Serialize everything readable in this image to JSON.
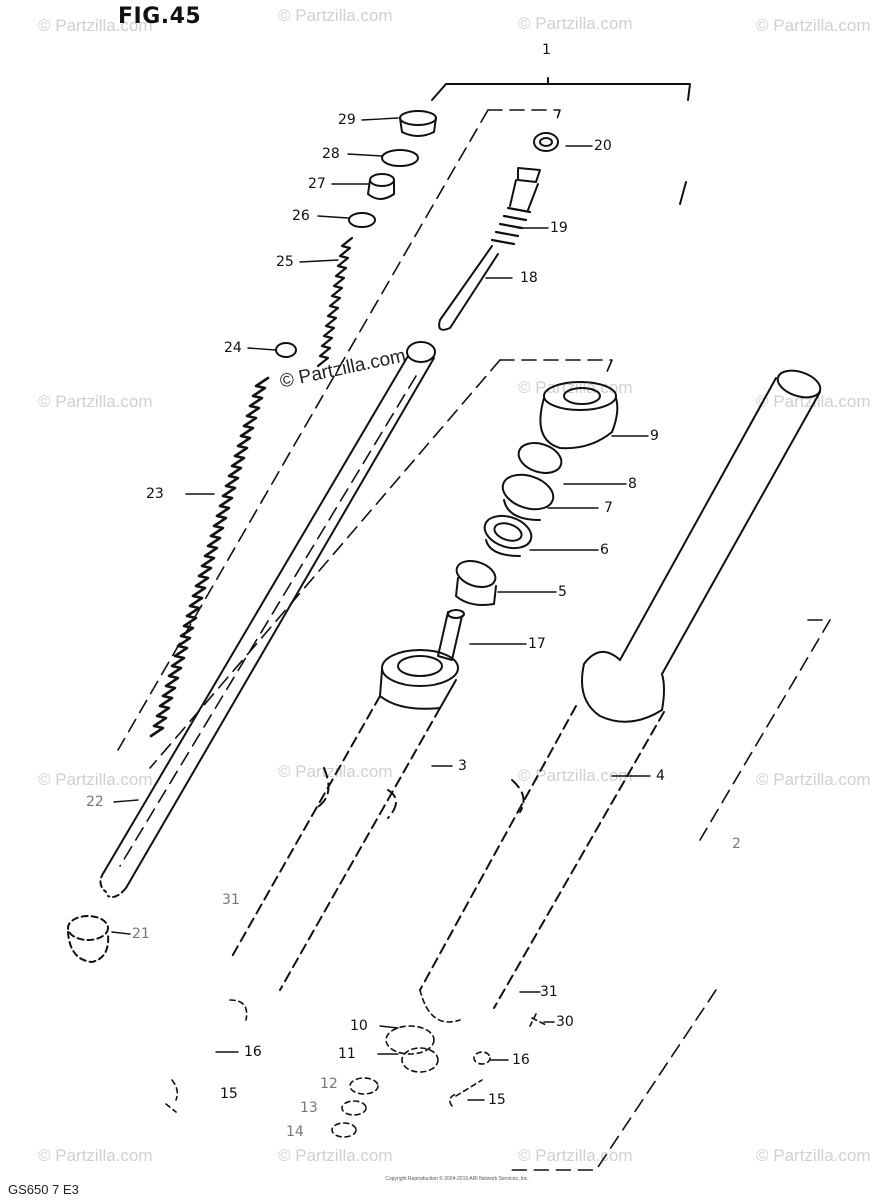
{
  "figure": {
    "title": "FIG.45",
    "model_code": "GS650 7  E3"
  },
  "watermark": {
    "text": "© Partzilla.com",
    "center_text": "© Partzilla.com"
  },
  "copyright_text": "Copyright\nReproduction © 2004-2019 ARI Network Services, Inc.",
  "parts": {
    "p1": "1",
    "p2": "2",
    "p3": "3",
    "p4": "4",
    "p5": "5",
    "p6": "6",
    "p7": "7",
    "p8": "8",
    "p9": "9",
    "p10": "10",
    "p11": "11",
    "p12": "12",
    "p13": "13",
    "p14": "14",
    "p15a": "15",
    "p15b": "15",
    "p16a": "16",
    "p16b": "16",
    "p17": "17",
    "p18": "18",
    "p19": "19",
    "p20": "20",
    "p21": "21",
    "p22": "22",
    "p23": "23",
    "p24": "24",
    "p25": "25",
    "p26": "26",
    "p27": "27",
    "p28": "28",
    "p29": "29",
    "p30": "30",
    "p31a": "31",
    "p31b": "31"
  }
}
